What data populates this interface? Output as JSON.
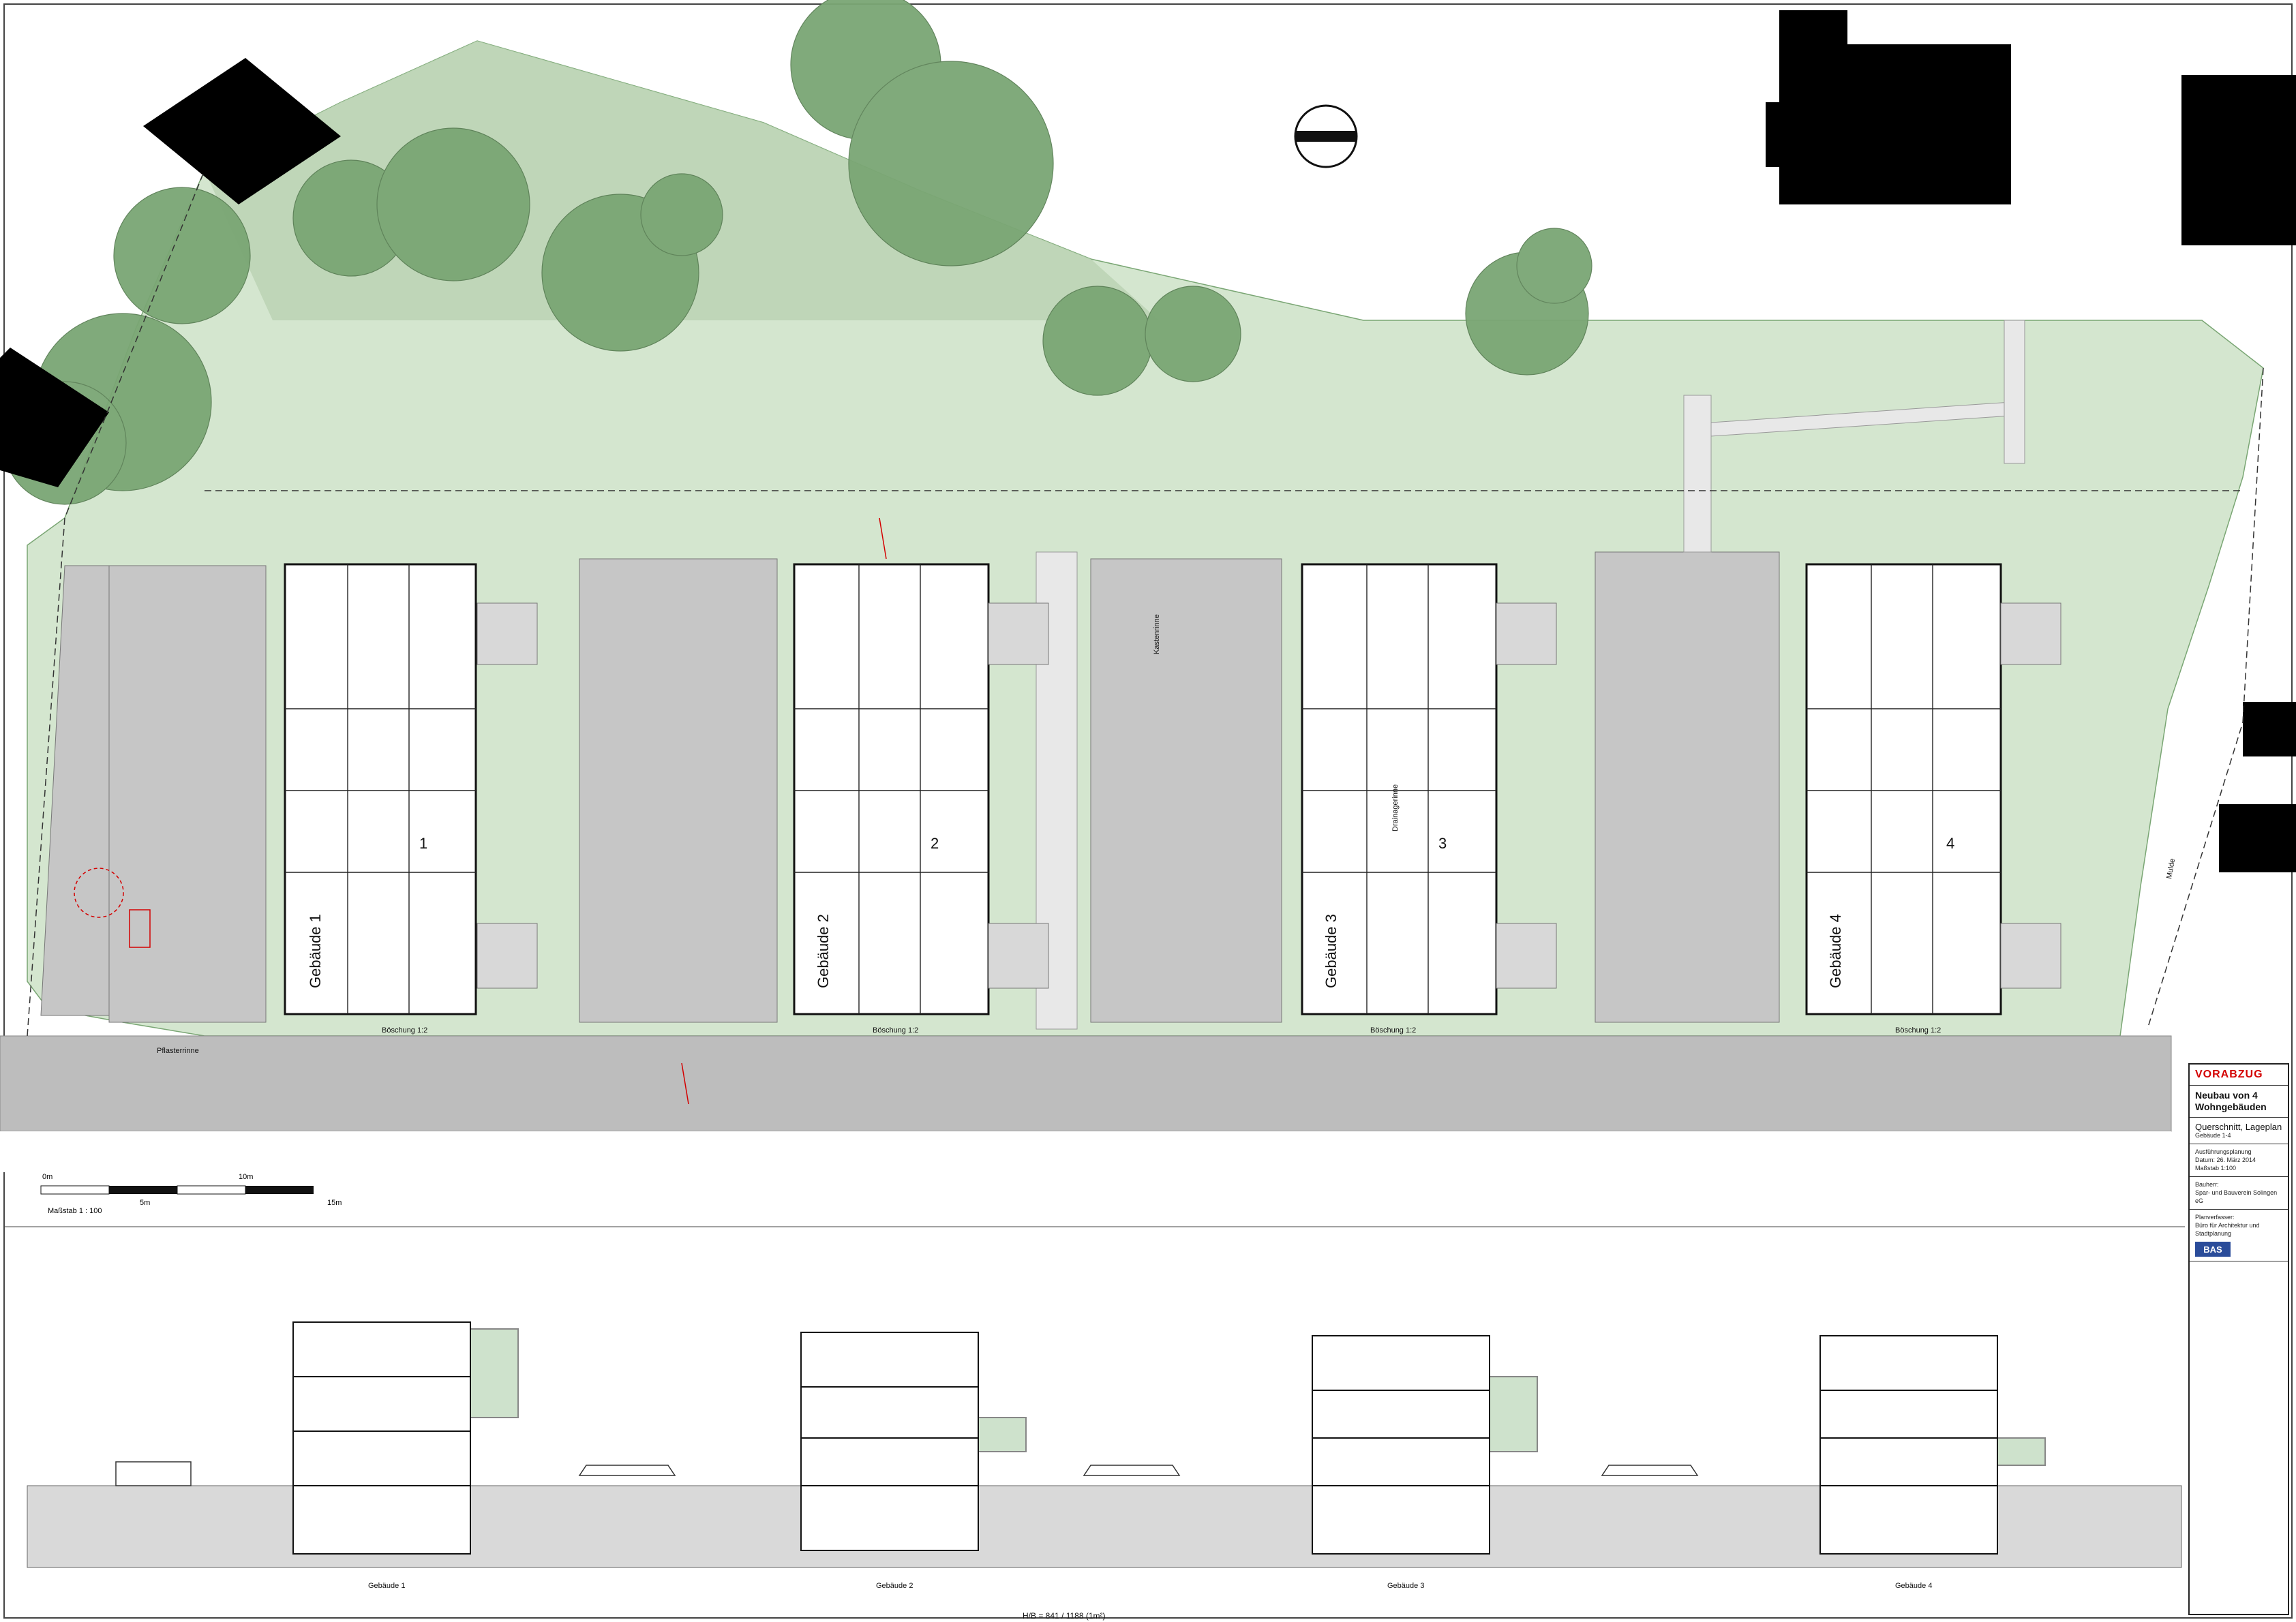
{
  "title_block": {
    "status": "VORABZUG",
    "project": "Neubau von 4 Wohngebäuden",
    "drawing_title": "Querschnitt, Lageplan",
    "drawing_sub": "Gebäude 1-4",
    "phase": "Ausführungsplanung",
    "meta_line": "Datum: 26. März 2014",
    "scale_text": "Maßstab 1:100",
    "client_label": "Bauherr:",
    "client": "Spar- und Bauverein Solingen eG",
    "planner_label": "Planverfasser:",
    "planner": "Büro für Architektur und Stadtplanung",
    "logo": "BAS"
  },
  "buildings": [
    {
      "label": "Gebäude 1",
      "number": "1"
    },
    {
      "label": "Gebäude 2",
      "number": "2"
    },
    {
      "label": "Gebäude 3",
      "number": "3"
    },
    {
      "label": "Gebäude 4",
      "number": "4"
    }
  ],
  "section_labels": [
    "Gebäude 1",
    "Gebäude 2",
    "Gebäude 3",
    "Gebäude 4"
  ],
  "scale_bar": {
    "caption": "Maßstab 1 : 100",
    "ticks": [
      "0m",
      "5m",
      "10m",
      "15m"
    ]
  },
  "annotations": {
    "boeschung": "Böschung 1:2",
    "pflasterrinne": "Pflasterrinne",
    "kastenrinne": "Kastenrinne",
    "mulde": "Mulde",
    "drainage": "Drainagerinne"
  },
  "format_label": "H/B = 841 / 1188 (1m²)",
  "colors": {
    "green_lawn": "#c8dcc2",
    "green_pale": "#d7e7d2",
    "tree": "#7aa674",
    "road": "#bdbdbd",
    "paving": "#d9d9d9",
    "black": "#000000",
    "accent_red": "#d40000",
    "magenta": "#d000d0",
    "building": "#ffffff"
  }
}
